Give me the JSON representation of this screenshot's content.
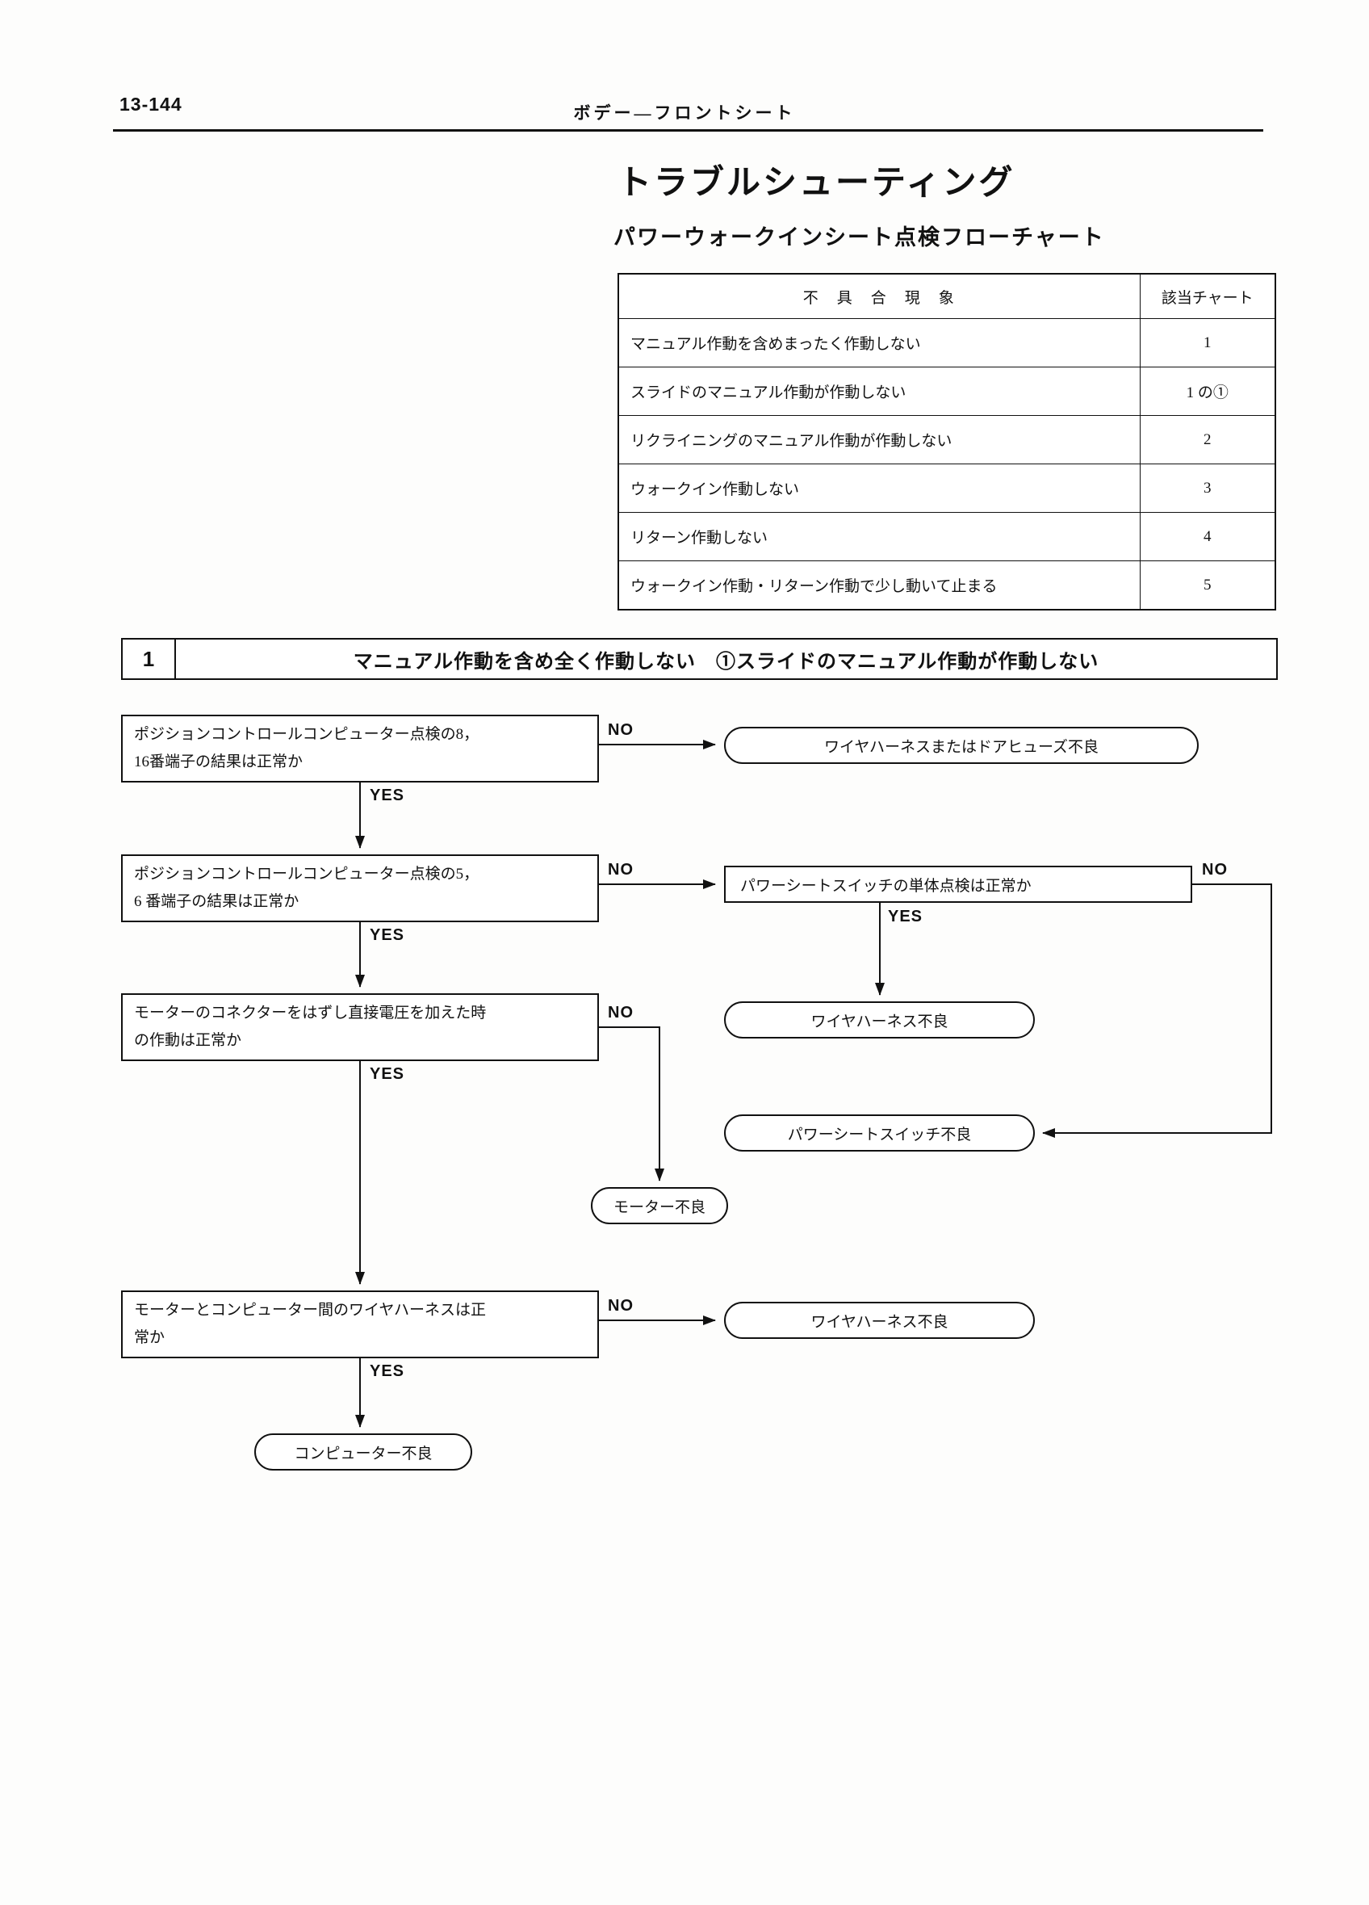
{
  "page": {
    "page_number": "13-144",
    "header_title": "ボデー―フロントシート",
    "title": "トラブルシューティング",
    "subtitle": "パワーウォークインシート点検フローチャート"
  },
  "table": {
    "col1_header": "不　具　合　現　象",
    "col2_header": "該当チャート",
    "rows": [
      {
        "symptom": "マニュアル作動を含めまったく作動しない",
        "chart": "1"
      },
      {
        "symptom": "スライドのマニュアル作動が作動しない",
        "chart": "1 の①"
      },
      {
        "symptom": "リクライニングのマニュアル作動が作動しない",
        "chart": "2"
      },
      {
        "symptom": "ウォークイン作動しない",
        "chart": "3"
      },
      {
        "symptom": "リターン作動しない",
        "chart": "4"
      },
      {
        "symptom": "ウォークイン作動・リターン作動で少し動いて止まる",
        "chart": "5"
      }
    ]
  },
  "section": {
    "number": "1",
    "title": "マニュアル作動を含め全く作動しない　①スライドのマニュアル作動が作動しない"
  },
  "flowchart": {
    "labels": {
      "yes": "YES",
      "no": "NO"
    },
    "q1": {
      "line1": "ポジションコントロールコンピューター点検の8，",
      "line2": "16番端子の結果は正常か"
    },
    "q1_no_result": "ワイヤハーネスまたはドアヒューズ不良",
    "q2": {
      "line1": "ポジションコントロールコンピューター点検の5，",
      "line2": "6 番端子の結果は正常か"
    },
    "q2_no_check": "パワーシートスイッチの単体点検は正常か",
    "q2_no_yes_result": "ワイヤハーネス不良",
    "q2_no_no_result": "パワーシートスイッチ不良",
    "q3": {
      "line1": "モーターのコネクターをはずし直接電圧を加えた時",
      "line2": "の作動は正常か"
    },
    "q3_no_result": "モーター不良",
    "q4": {
      "line1": "モーターとコンピューター間のワイヤハーネスは正",
      "line2": "常か"
    },
    "q4_no_result": "ワイヤハーネス不良",
    "q4_yes_result": "コンピューター不良"
  }
}
